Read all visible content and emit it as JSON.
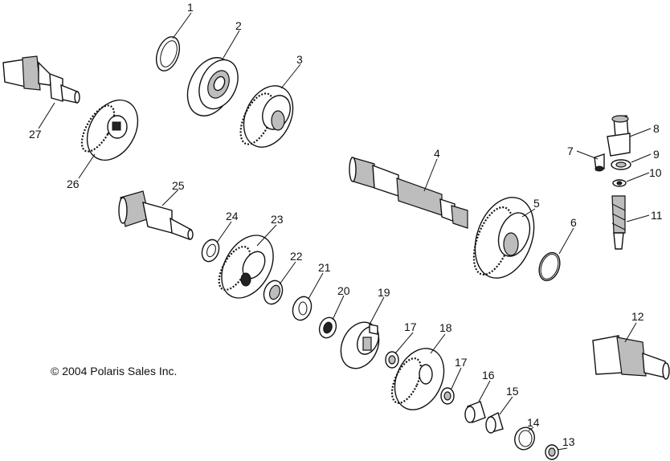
{
  "copyright": "© 2004 Polaris Sales Inc.",
  "callouts": [
    "1",
    "2",
    "3",
    "4",
    "5",
    "6",
    "7",
    "8",
    "9",
    "10",
    "11",
    "12",
    "13",
    "14",
    "15",
    "16",
    "17",
    "17",
    "18",
    "19",
    "20",
    "21",
    "22",
    "23",
    "24",
    "25",
    "26",
    "27"
  ]
}
